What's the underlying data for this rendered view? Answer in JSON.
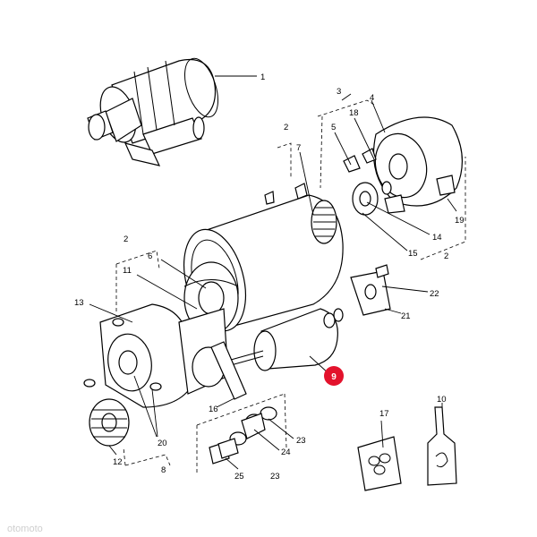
{
  "diagram": {
    "callouts": [
      "1",
      "2",
      "3",
      "4",
      "5",
      "6",
      "7",
      "8",
      "9",
      "10",
      "11",
      "12",
      "13",
      "14",
      "15",
      "16",
      "17",
      "18",
      "19",
      "20",
      "21",
      "22",
      "23",
      "24",
      "25"
    ],
    "highlighted_callout": "9",
    "highlight_color": "#e3122c",
    "label_1": "1",
    "label_2a": "2",
    "label_2b": "2",
    "label_2c": "2",
    "label_3": "3",
    "label_4": "4",
    "label_5": "5",
    "label_6": "6",
    "label_7": "7",
    "label_8": "8",
    "label_9": "9",
    "label_10": "10",
    "label_11": "11",
    "label_12": "12",
    "label_13": "13",
    "label_14": "14",
    "label_15": "15",
    "label_16": "16",
    "label_17": "17",
    "label_18": "18",
    "label_19": "19",
    "label_20": "20",
    "label_21": "21",
    "label_22": "22",
    "label_23a": "23",
    "label_23b": "23",
    "label_24": "24",
    "label_25": "25"
  },
  "watermark": "otomoto"
}
